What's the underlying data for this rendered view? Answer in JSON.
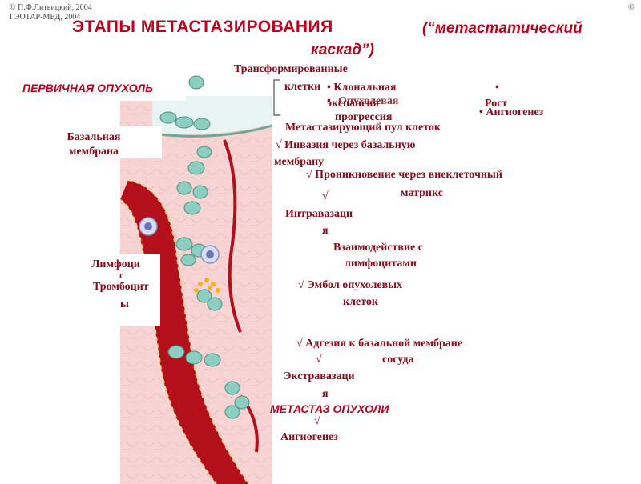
{
  "copyright": {
    "left_line1": "© П.Ф.Литвицкий, 2004",
    "left_line2": "ГЭОТАР-МЕД, 2004",
    "right": "©"
  },
  "title": {
    "main": "ЭТАПЫ  МЕТАСТАЗИРОВАНИЯ",
    "sub1": "(“метастатический",
    "sub2": "каскад”)"
  },
  "sections": {
    "primary_tumor": "ПЕРВИЧНАЯ  ОПУХОЛЬ",
    "metastasis": "МЕТАСТАЗ  ОПУХОЛИ"
  },
  "left_labels": {
    "basal_membrane_1": "Базальная",
    "basal_membrane_2": "мембрана",
    "lymphocytes_1": "Лимфоци",
    "lymphocytes_2": "т",
    "platelets_1": "Тромбоцит",
    "platelets_2": "ы"
  },
  "steps": {
    "transformed_1": "Трансформированные",
    "transformed_2": "клетки",
    "bullet_clonal": "• Клональная",
    "clonal_over_a": "экспансия",
    "clonal_over_b": "Опухолевая",
    "bullet_growth_dot": "•",
    "growth": "Рост",
    "progression_bullet": "•",
    "progression": "прогрессия",
    "angiogenesis_bullet": "• Ангиогенез",
    "metastatic_pool": "Метастазирующий пул клеток",
    "invasion_1": "√ Инвазия через базальную",
    "invasion_2": "мембрану",
    "penetration_1": "√ Проникновение через внеклеточный",
    "penetration_2": "матрикс",
    "check_a": "√",
    "intravasation_1": "Интравазаци",
    "intravasation_2": "я",
    "interaction_1": "Взаимодействие с",
    "interaction_2": "лимфоцитами",
    "embolus_1": "√ Эмбол опухолевых",
    "embolus_2": "клеток",
    "adhesion_1": "√ Адгезия к базальной мембране",
    "adhesion_2": "сосуда",
    "check_b": "√",
    "extravasation_1": "Экстравазаци",
    "extravasation_2": "я",
    "check_c": "√",
    "angiogenesis_final": "Ангиогенез"
  },
  "colors": {
    "title": "#c0001a",
    "label": "#8b0a1a",
    "vessel": "#b3101c",
    "tumor_cell": "#7fc6b8",
    "tissue": "#f3c6c6"
  }
}
